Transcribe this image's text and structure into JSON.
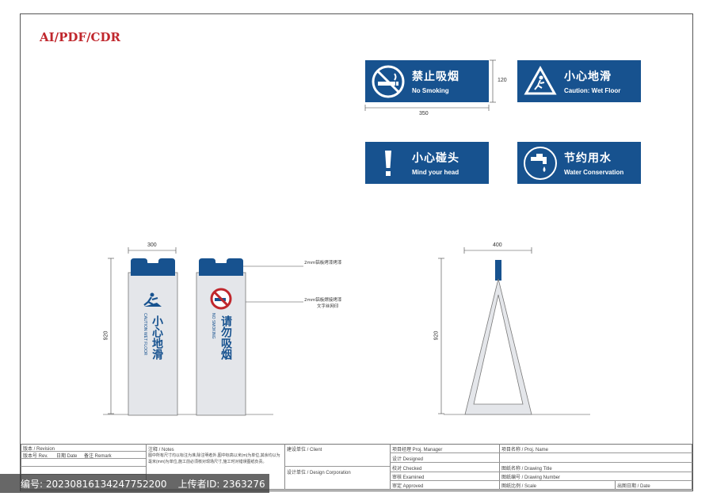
{
  "format_label": "AI/PDF/CDR",
  "signs": [
    {
      "zh": "禁止吸烟",
      "en": "No Smoking",
      "icon": "no-smoking-icon"
    },
    {
      "zh": "小心地滑",
      "en": "Caution: Wet Floor",
      "icon": "wet-floor-icon"
    },
    {
      "zh": "小心碰头",
      "en": "Mind your head",
      "icon": "exclamation-icon"
    },
    {
      "zh": "节约用水",
      "en": "Water Conservation",
      "icon": "water-tap-icon"
    }
  ],
  "dims": {
    "sign_width": "350",
    "sign_height": "120",
    "stand_width": "300",
    "stand_height": "920",
    "aframe_width": "400",
    "aframe_height": "920"
  },
  "stands": [
    {
      "zh": "小心地滑",
      "en": "CAUTION WET FLOOR"
    },
    {
      "zh": "请勿吸烟",
      "en": "NO SMOKING"
    }
  ],
  "notes": {
    "note1": "2mm铝板烤漆烤漆",
    "note2": "2mm铝板焊接烤漆",
    "note3": "文字丝网印"
  },
  "colors": {
    "sign_blue": "#17528f",
    "stand_gray": "#e4e6ea"
  },
  "title_block": {
    "revision": "版本 / Revision",
    "rev_no": "版本号 Rev.",
    "date": "日期 Date",
    "remark": "备注 Remark",
    "notes_label": "注释 / Notes",
    "notes_text": "图中所有尺寸均以标注为准,除注明者外,图中标高以米(m)为单位,其余均以为毫米(mm)为单位,施工前必须核对现场尺寸,施工时对错误图纸负责。",
    "client": "建设单位 / Client",
    "design_corp": "设计单位 / Design Corporation",
    "proj_manager": "项目经理 Proj. Manager",
    "designed": "设计 Designed",
    "checked": "校对 Checked",
    "examined": "审核 Examined",
    "approved": "审定 Approved",
    "proj_name": "项目名称 / Proj. Name",
    "drawing_title": "图纸名称 / Drawing Title",
    "drawing_number": "图纸编号 / Drawing Number",
    "scale": "图纸比例 / Scale",
    "out_date": "出图日期 / Date"
  },
  "watermark": {
    "id": "编号: 20230816134247752200",
    "uploader": "上传者ID: 2363276"
  }
}
